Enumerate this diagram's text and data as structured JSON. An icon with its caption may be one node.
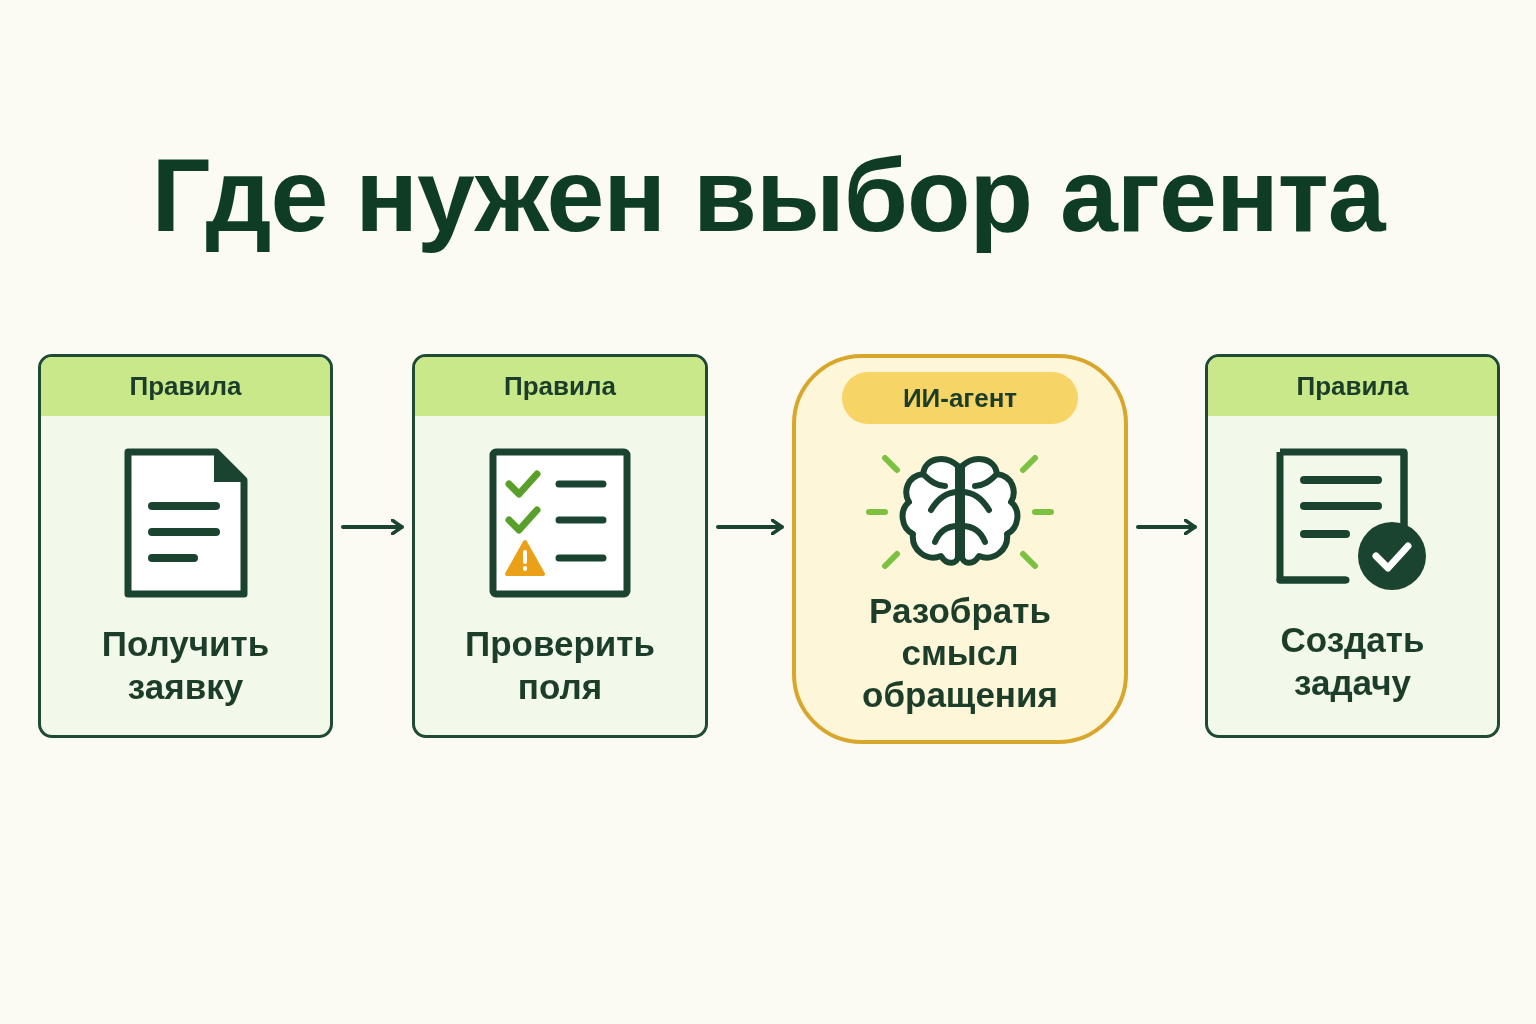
{
  "diagram": {
    "title": "Где нужен выбор агента",
    "nodes": [
      {
        "text": [
          "Правила",
          "Получить заявку"
        ]
      },
      {
        "text": [
          "Правила",
          "Проверить поля"
        ]
      },
      {
        "text": [
          "ИИ-агент",
          "Разобрать смысл обращения"
        ]
      },
      {
        "text": [
          "Правила",
          "Создать задачу"
        ]
      }
    ],
    "edges": [
      {
        "from": 0,
        "to": 1,
        "arrow": "to"
      },
      {
        "from": 1,
        "to": 2,
        "arrow": "to"
      },
      {
        "from": 2,
        "to": 3,
        "arrow": "to"
      }
    ]
  }
}
